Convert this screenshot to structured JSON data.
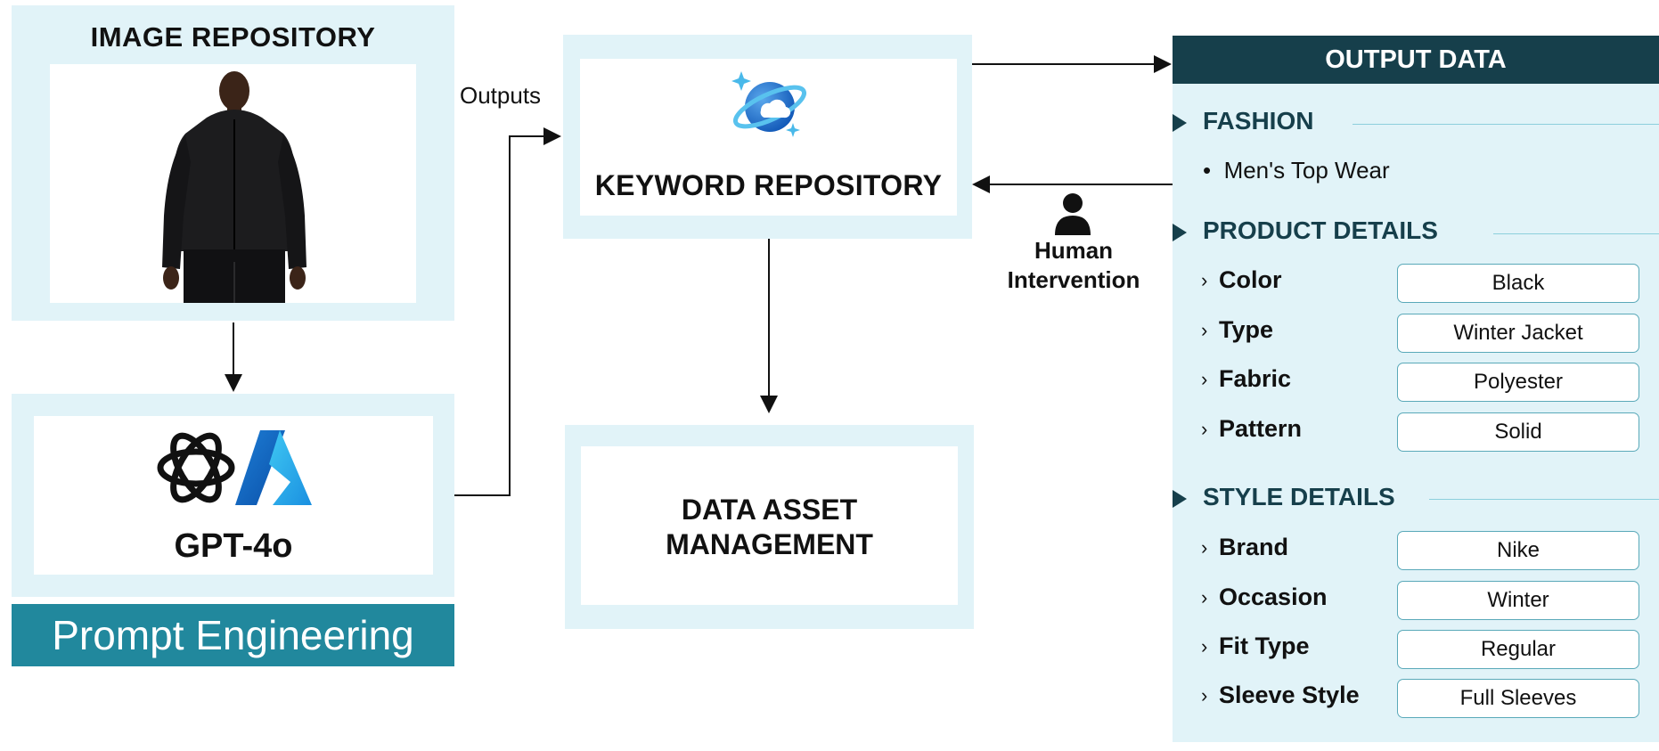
{
  "image_repository": {
    "title": "IMAGE REPOSITORY"
  },
  "model": {
    "label": "GPT-4o",
    "icons": [
      "openai-logo-icon",
      "azure-logo-icon"
    ]
  },
  "prompt_engineering": {
    "label": "Prompt Engineering"
  },
  "connector_label": "Outputs",
  "keyword_repository": {
    "title": "KEYWORD REPOSITORY",
    "icon": "cosmos-db-icon"
  },
  "data_asset_management": {
    "line1": "DATA ASSET",
    "line2": "MANAGEMENT"
  },
  "human_intervention": {
    "line1": "Human",
    "line2": "Intervention",
    "icon": "person-icon"
  },
  "output_data": {
    "title": "OUTPUT DATA",
    "fashion": {
      "title": "FASHION",
      "bullet": "Men's Top Wear"
    },
    "product_details": {
      "title": "PRODUCT DETAILS",
      "rows": [
        {
          "name": "Color",
          "value": "Black"
        },
        {
          "name": "Type",
          "value": "Winter Jacket"
        },
        {
          "name": "Fabric",
          "value": "Polyester"
        },
        {
          "name": "Pattern",
          "value": "Solid"
        }
      ]
    },
    "style_details": {
      "title": "STYLE DETAILS",
      "rows": [
        {
          "name": "Brand",
          "value": "Nike"
        },
        {
          "name": "Occasion",
          "value": "Winter"
        },
        {
          "name": "Fit Type",
          "value": "Regular"
        },
        {
          "name": "Sleeve Style",
          "value": "Full Sleeves"
        }
      ]
    }
  },
  "colors": {
    "panel_bg": "#e1f3f8",
    "header_bg": "#163f4b",
    "prompt_bar": "#21889d",
    "value_border": "#5aa9b9"
  }
}
